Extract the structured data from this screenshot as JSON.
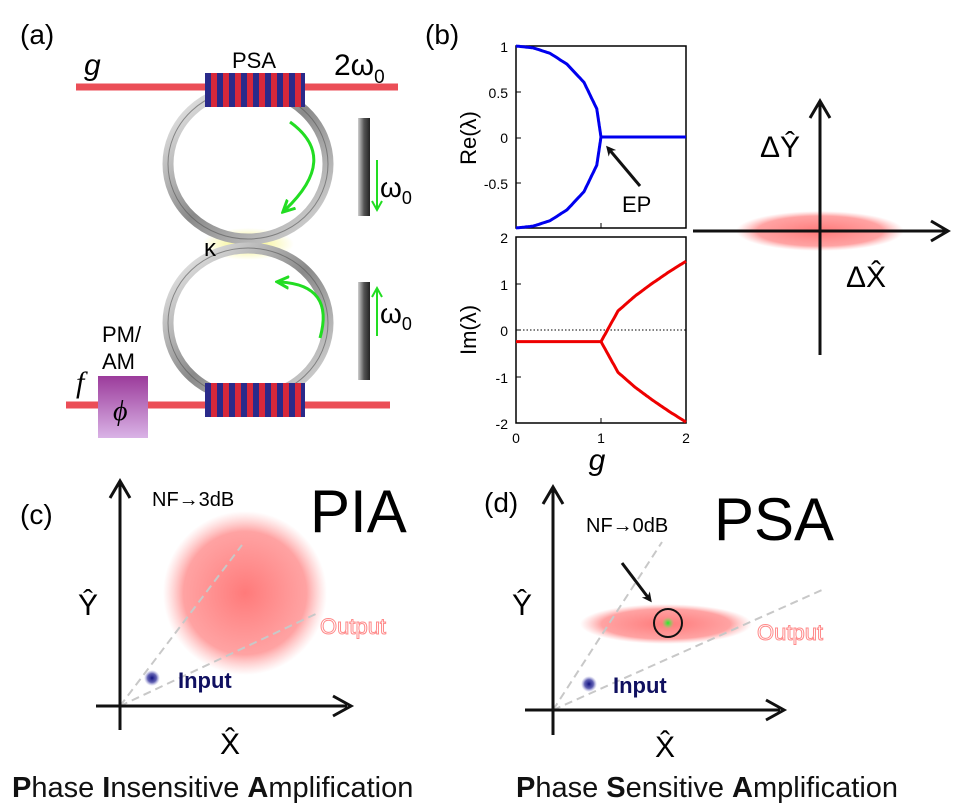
{
  "panel_a": {
    "label": "(a)",
    "g": "g",
    "two_omega": "2ω",
    "two_omega_sub": "0",
    "psa": "PSA",
    "kappa": "κ",
    "omega_top": "ω",
    "omega_top_sub": "0",
    "omega_bottom": "ω",
    "omega_bottom_sub": "0",
    "pm_am_line1": "PM/",
    "pm_am_line2": "AM",
    "f": "f",
    "phi": "ϕ"
  },
  "panel_b": {
    "label": "(b)",
    "re_ylabel": "Re(λ)",
    "im_ylabel": "Im(λ)",
    "xlabel": "g",
    "ep_label": "EP",
    "re_yticks": [
      "1",
      "0.5",
      "0",
      "-0.5"
    ],
    "im_yticks": [
      "2",
      "1",
      "0",
      "-1",
      "-2"
    ],
    "xticks": [
      "0",
      "1",
      "2"
    ]
  },
  "panel_b_right": {
    "dy_label": "ΔŶ",
    "dx_label": "ΔX̂"
  },
  "panel_c": {
    "label": "(c)",
    "title": "PIA",
    "nf": "NF→3dB",
    "y_axis": "Ŷ",
    "x_axis": "X̂",
    "output": "Output",
    "input": "Input"
  },
  "panel_d": {
    "label": "(d)",
    "title": "PSA",
    "nf": "NF→0dB",
    "y_axis": "Ŷ",
    "x_axis": "X̂",
    "output": "Output",
    "input": "Input"
  },
  "captions": {
    "left": {
      "p": "P",
      "p_rest": "hase ",
      "i": "I",
      "i_rest": "nsensitive ",
      "a": "A",
      "a_rest": "mplification"
    },
    "right": {
      "p": "P",
      "p_rest": "hase ",
      "s": "S",
      "s_rest": "ensitive ",
      "a": "A",
      "a_rest": "mplification"
    }
  },
  "chart_data": [
    {
      "type": "line",
      "ylabel": "Re(λ)",
      "xlim": [
        0,
        2
      ],
      "ylim": [
        -1,
        1
      ],
      "series": [
        {
          "x": [
            0,
            0.2,
            0.4,
            0.6,
            0.8,
            0.95,
            1.0
          ],
          "values": [
            1,
            0.98,
            0.92,
            0.8,
            0.6,
            0.31,
            0
          ]
        },
        {
          "x": [
            0,
            0.2,
            0.4,
            0.6,
            0.8,
            0.95,
            1.0
          ],
          "values": [
            -1,
            -0.98,
            -0.92,
            -0.8,
            -0.6,
            -0.31,
            0
          ]
        },
        {
          "x": [
            1.0,
            2.0
          ],
          "values": [
            0,
            0
          ]
        }
      ],
      "annotations": [
        "EP"
      ]
    },
    {
      "type": "line",
      "xlabel": "g",
      "ylabel": "Im(λ)",
      "xlim": [
        0,
        2
      ],
      "ylim": [
        -2,
        2
      ],
      "series": [
        {
          "x": [
            0,
            0.95,
            1.0
          ],
          "values": [
            -0.25,
            -0.25,
            -0.25
          ]
        },
        {
          "x": [
            1.0,
            1.2,
            1.4,
            1.6,
            1.8,
            2.0
          ],
          "values": [
            -0.25,
            0.41,
            0.73,
            1.0,
            1.25,
            1.48
          ]
        },
        {
          "x": [
            1.0,
            1.2,
            1.4,
            1.6,
            1.8,
            2.0
          ],
          "values": [
            -0.25,
            -0.91,
            -1.23,
            -1.5,
            -1.75,
            -1.98
          ]
        }
      ]
    }
  ],
  "colors": {
    "waveguide": "#e8303a",
    "grating_blue": "#2a2a8a",
    "grating_red": "#d8283a",
    "arrow_green": "#22dd22",
    "re_curve": "#0000ee",
    "im_curve": "#ee0000",
    "ellipse": "#ff7a7a",
    "input_dot": "#101080",
    "modulator": "#8a2a8a"
  }
}
